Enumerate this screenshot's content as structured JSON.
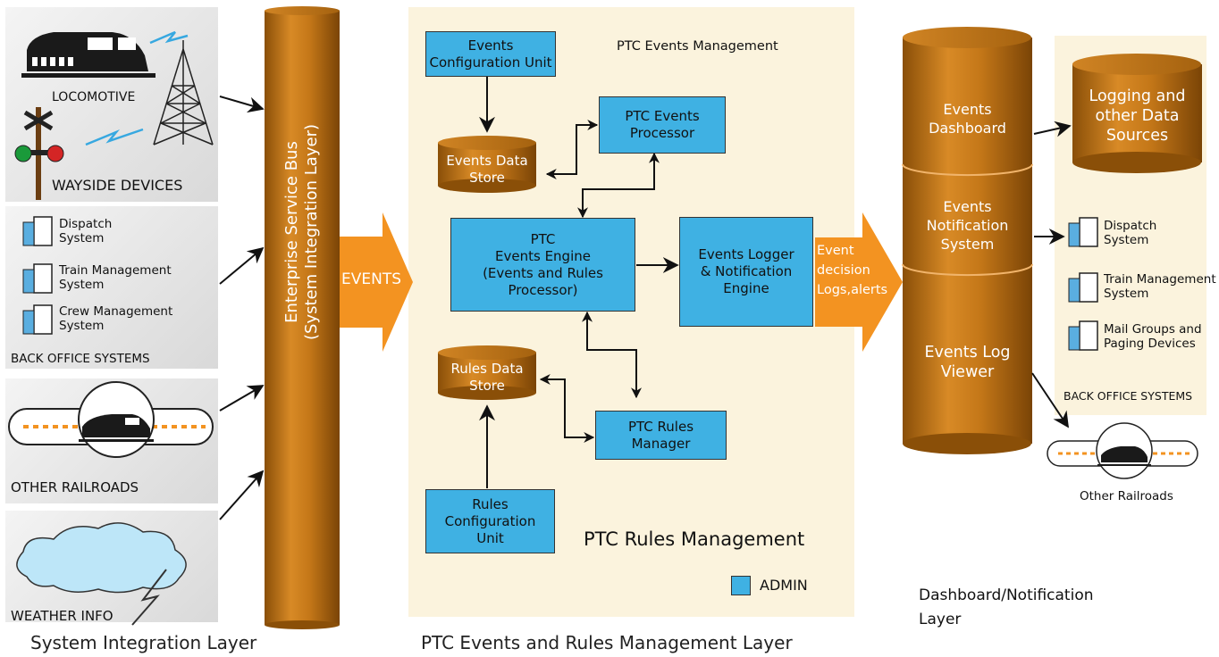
{
  "system_integration": {
    "locomotive": "LOCOMOTIVE",
    "wayside": "WAYSIDE DEVICES",
    "dispatch": [
      "Dispatch",
      "System"
    ],
    "train_mgmt": [
      "Train Management",
      "System"
    ],
    "crew_mgmt": [
      "Crew Management",
      "System"
    ],
    "back_office": "BACK OFFICE SYSTEMS",
    "other_railroads": "OTHER RAILROADS",
    "weather": "WEATHER INFO",
    "footer": "System Integration Layer"
  },
  "esb": {
    "line1": "Enterprise Service Bus",
    "line2": "(System Integration Layer)"
  },
  "events_arrow": "EVENTS",
  "ptc": {
    "events_mgmt_label": "PTC Events Management",
    "rules_mgmt_label": "PTC Rules Management",
    "events_config_unit": "Events\nConfiguration Unit",
    "events_data_store": "Events Data\nStore",
    "events_processor": "PTC Events\nProcessor",
    "events_engine": "PTC\nEvents Engine\n(Events and Rules\nProcessor)",
    "logger": "Events Logger\n& Notification\nEngine",
    "rules_data_store": "Rules Data\nStore",
    "rules_manager": "PTC Rules\nManager",
    "rules_config_unit": "Rules\nConfiguration\nUnit",
    "admin_legend": "ADMIN",
    "footer": "PTC Events and Rules Management Layer"
  },
  "output_arrow": [
    "Event",
    "decision",
    "Logs,alerts"
  ],
  "dashboard": {
    "events_dashboard": "Events\nDashboard",
    "notification_system": "Events\nNotification\nSystem",
    "log_viewer": "Events Log\nViewer",
    "footer_line1": "Dashboard/Notification",
    "footer_line2": "Layer"
  },
  "right_panel": {
    "logging": "Logging and\nother Data\nSources",
    "dispatch": [
      "Dispatch",
      "System"
    ],
    "train_mgmt": [
      "Train Management",
      "System"
    ],
    "mail_groups": [
      "Mail Groups and",
      "Paging Devices"
    ],
    "back_office": "BACK OFFICE SYSTEMS",
    "other_railroads": "Other Railroads"
  },
  "colors": {
    "cylinder": "#c47718",
    "box": "#3fb1e3",
    "arrow": "#f39321",
    "panel": "#fbf3dd"
  }
}
